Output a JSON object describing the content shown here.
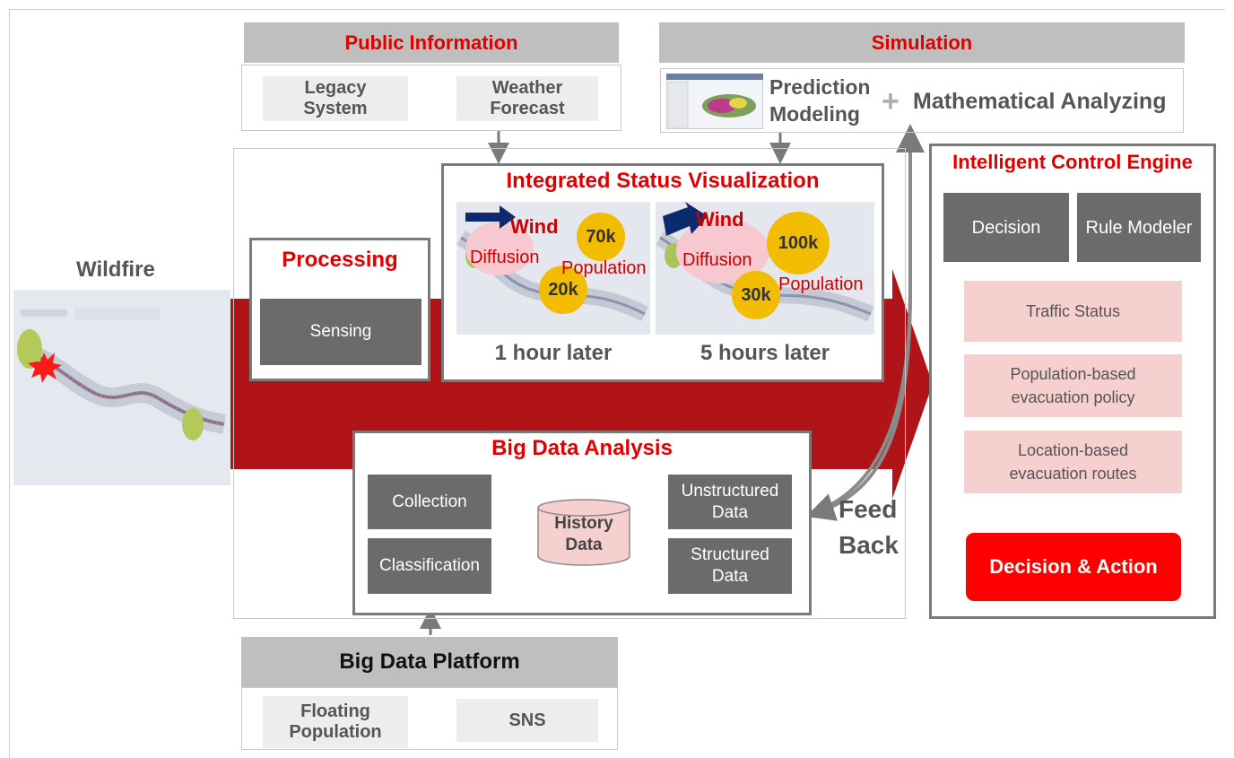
{
  "public_information": {
    "title": "Public Information",
    "items": [
      "Legacy\nSystem",
      "Weather\nForecast"
    ]
  },
  "simulation": {
    "title": "Simulation",
    "prediction": "Prediction\nModeling",
    "plus": "+",
    "math": "Mathematical Analyzing"
  },
  "wildfire": {
    "title": "Wildfire"
  },
  "processing": {
    "title": "Processing",
    "sensing": "Sensing"
  },
  "visualization": {
    "title": "Integrated Status Visualization",
    "maps": [
      {
        "caption": "1 hour later",
        "wind": "Wind",
        "diffusion": "Diffusion",
        "population": "Population",
        "circles": [
          "70k",
          "20k"
        ]
      },
      {
        "caption": "5 hours later",
        "wind": "Wind",
        "diffusion": "Diffusion",
        "population": "Population",
        "circles": [
          "100k",
          "30k"
        ]
      }
    ]
  },
  "big_data_analysis": {
    "title": "Big Data Analysis",
    "left": [
      "Collection",
      "Classification"
    ],
    "center": "History\nData",
    "right": [
      "Unstructured\nData",
      "Structured\nData"
    ]
  },
  "feedback": {
    "label": "Feed\nBack"
  },
  "platform": {
    "title": "Big Data Platform",
    "items": [
      "Floating\nPopulation",
      "SNS"
    ]
  },
  "engine": {
    "title": "Intelligent Control Engine",
    "decision": "Decision",
    "rule_modeler": "Rule Modeler",
    "steps": [
      "Traffic Status",
      "Population-based\nevacuation policy",
      "Location-based\nevacuation routes"
    ],
    "action": "Decision & Action"
  },
  "colors": {
    "accent_red": "#e00000",
    "arrow_red": "#b01418",
    "box_gray": "#6b6b6b",
    "pink": "#f6cfcf"
  }
}
